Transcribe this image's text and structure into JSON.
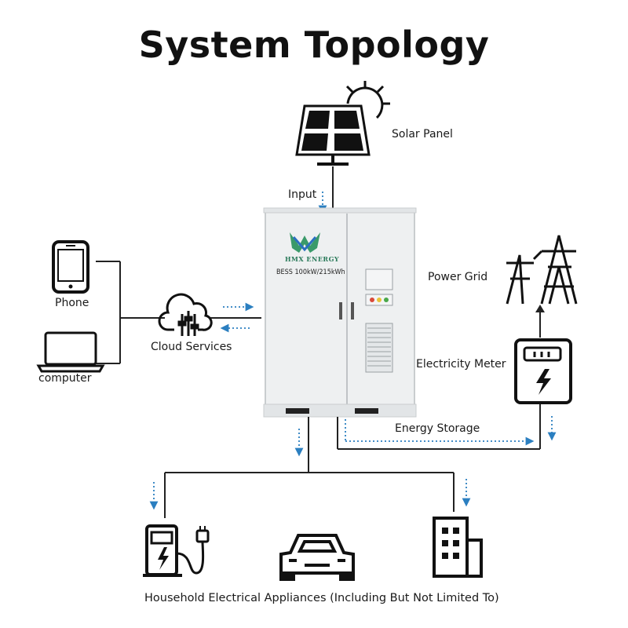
{
  "title": "System Topology",
  "nodes": {
    "solar_panel": "Solar Panel",
    "input": "Input",
    "phone": "Phone",
    "computer": "computer",
    "cloud_services": "Cloud Services",
    "power_grid": "Power Grid",
    "electricity_meter": "Electricity Meter",
    "energy_storage": "Energy Storage"
  },
  "cabinet": {
    "brand": "HMX ENERGY",
    "model": "BESS 100kW/215kWh"
  },
  "footer": "Household Electrical Appliances (Including But Not Limited To)",
  "icons": [
    "sun-icon",
    "solar-panel-icon",
    "phone-icon",
    "laptop-icon",
    "cloud-icon",
    "power-tower-icon",
    "electricity-meter-icon",
    "ev-charger-icon",
    "car-icon",
    "building-icon",
    "bess-cabinet-icon"
  ],
  "colors": {
    "flow_arrow": "#2b7fc0",
    "line": "#222222",
    "cabinet": "#eef0f1",
    "logo_green": "#3a9a6a",
    "logo_blue": "#2a6fc0"
  }
}
